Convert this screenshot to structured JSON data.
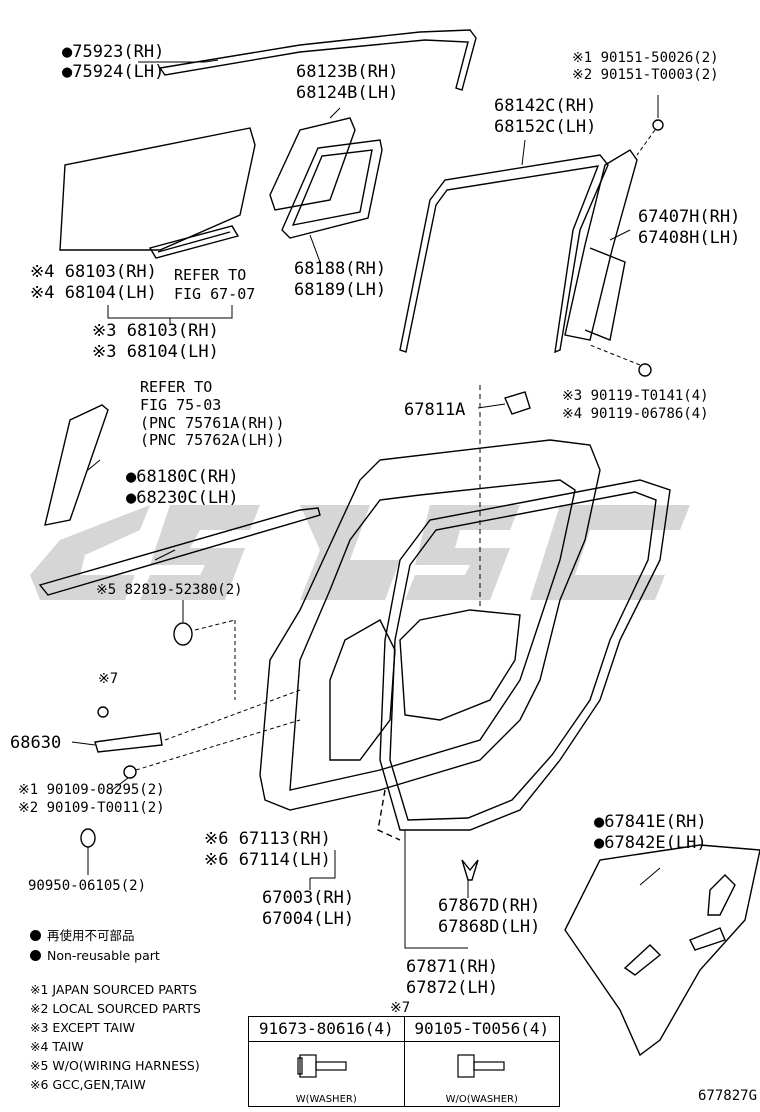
{
  "labels": {
    "p75923": "●75923(RH)",
    "p75924": "●75924(LH)",
    "p68123": "68123B(RH)",
    "p68124": "68124B(LH)",
    "p90151a": "※1 90151-50026(2)",
    "p90151b": "※2 90151-T0003(2)",
    "p68142": "68142C(RH)",
    "p68152": "68152C(LH)",
    "p67407": "67407H(RH)",
    "p67408": "67408H(LH)",
    "p68103a": "※4 68103(RH)",
    "p68104a": "※4 68104(LH)",
    "refer1a": "REFER TO",
    "refer1b": "FIG 67-07",
    "p68188": "68188(RH)",
    "p68189": "68189(LH)",
    "p68103b": "※3 68103(RH)",
    "p68104b": "※3 68104(LH)",
    "refer2a": "REFER TO",
    "refer2b": "FIG 75-03",
    "refer2c": "(PNC 75761A(RH))",
    "refer2d": "(PNC 75762A(LH))",
    "p67811": "67811A",
    "p90119a": "※3 90119-T0141(4)",
    "p90119b": "※4 90119-06786(4)",
    "p68180": "●68180C(RH)",
    "p68230": "●68230C(LH)",
    "p82819": "※5 82819-52380(2)",
    "mark7a": "※7",
    "p68630": "68630",
    "p90109a": "※1 90109-08295(2)",
    "p90109b": "※2 90109-T0011(2)",
    "p67113": "※6 67113(RH)",
    "p67114": "※6 67114(LH)",
    "p67841": "●67841E(RH)",
    "p67842": "●67842E(LH)",
    "p90950": "90950-06105(2)",
    "p67003": "67003(RH)",
    "p67004": "67004(LH)",
    "p67867": "67867D(RH)",
    "p67868": "67868D(LH)",
    "p67871": "67871(RH)",
    "p67872": "67872(LH)",
    "mark7b": "※7",
    "figno": "677827G"
  },
  "legend": {
    "nonreuse_jp": "再使用不可部品",
    "nonreuse_en": "Non-reusable part",
    "notes": [
      "※1 JAPAN SOURCED PARTS",
      "※2 LOCAL SOURCED PARTS",
      "※3 EXCEPT TAIW",
      "※4 TAIW",
      "※5 W/O(WIRING HARNESS)",
      "※6 GCC,GEN,TAIW"
    ]
  },
  "bolt_table": {
    "col1_part": "91673-80616(4)",
    "col1_caption": "W(WASHER)",
    "col2_part": "90105-T0056(4)",
    "col2_caption": "W/O(WASHER)"
  },
  "watermark": "CJSC"
}
